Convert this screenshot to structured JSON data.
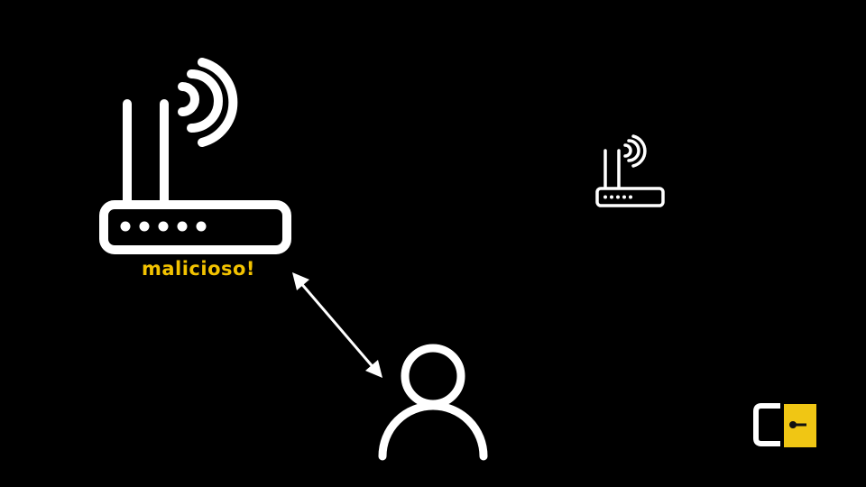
{
  "labels": {
    "malicious_router": "malicioso!"
  },
  "colors": {
    "background": "#000000",
    "stroke": "#ffffff",
    "accent": "#f2c200",
    "logo_yellow": "#f0c614"
  },
  "icons": {
    "malicious_router": "wifi-router-icon",
    "legit_router": "wifi-router-icon",
    "user": "user-icon",
    "connection": "double-arrow",
    "logo": "brand-logo"
  }
}
